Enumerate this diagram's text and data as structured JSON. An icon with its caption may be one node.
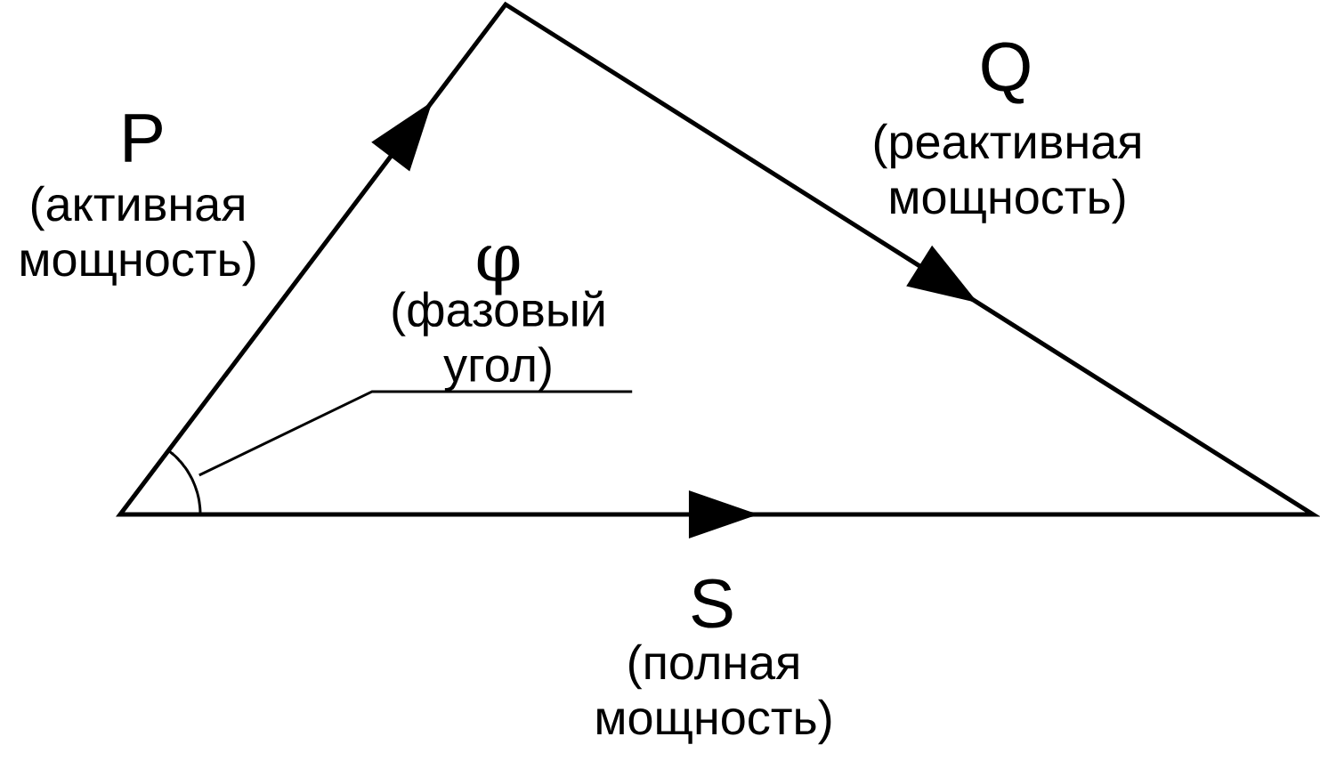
{
  "diagram": {
    "nodes": [
      {
        "text": [
          "φ",
          "(фазовый угол)"
        ]
      },
      {
        "text": [],
        "shape": "arc"
      }
    ],
    "edges": [
      {
        "from": 0,
        "to": 1,
        "arrow": "none"
      }
    ],
    "labels": [
      "P",
      "(активная мощность)",
      "Q",
      "(реактивная мощность)",
      "S",
      "(полная мощность)"
    ]
  }
}
